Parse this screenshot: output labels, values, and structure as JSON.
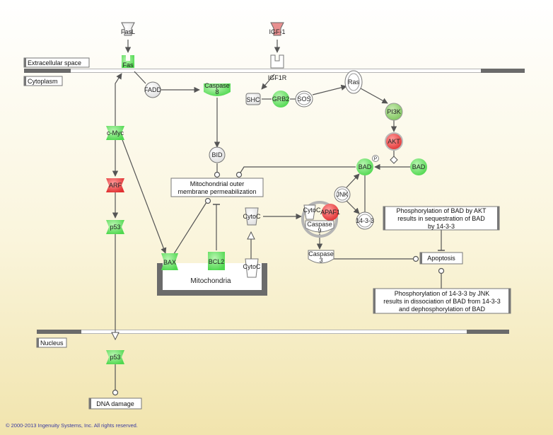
{
  "regions": {
    "extracellular": "Extracellular space",
    "cytoplasm": "Cytoplasm",
    "nucleus": "Nucleus",
    "mitochondria": "Mitochondria"
  },
  "colors": {
    "green": "#66e066",
    "red": "#ee4444",
    "white": "#ffffff",
    "gray": "#6b6b6b",
    "background_top": "#ffffff",
    "background_bottom": "#f3e8b4"
  },
  "nodes": {
    "fasl": "FasL",
    "fas": "Fas",
    "igf1": "IGF-1",
    "igf1r": "IGF1R",
    "fadd": "FADD",
    "caspase8": "Caspase\n8",
    "shc": "SHC",
    "grb2": "GRB2",
    "sos": "SOS",
    "ras": "Ras",
    "pi3k": "PI3K",
    "akt": "AKT",
    "cmyc": "c-Myc",
    "bid": "BID",
    "bad1": "BAD",
    "bad2": "BAD",
    "phospho": "P",
    "arf": "ARF",
    "jnk": "JNK",
    "p53_cyto": "p53",
    "cytoc1": "CytoC",
    "cytoc2": "CytoC",
    "cytoc3": "CytoC",
    "apaf1": "APAF1",
    "caspase9": "Caspase\n9",
    "protein1433": "14-3-3",
    "caspase3": "Caspase\n3",
    "bax": "BAX",
    "bcl2": "BCL2",
    "p53_nuc": "p53"
  },
  "processes": {
    "mito_perm": "Mitochondrial outer\nmembrane permeabilization",
    "apoptosis": "Apoptosis",
    "dna_damage": "DNA damage"
  },
  "notes": {
    "note1": "Phosphorylation of BAD by AKT\nresults in sequestration of BAD\nby 14-3-3",
    "note2": "Phosphorylation of 14-3-3 by JNK\nresults in dissociation of BAD from 14-3-3\nand dephosphorylation of BAD"
  },
  "copyright": "© 2000-2013 Ingenuity Systems, Inc. All rights reserved."
}
